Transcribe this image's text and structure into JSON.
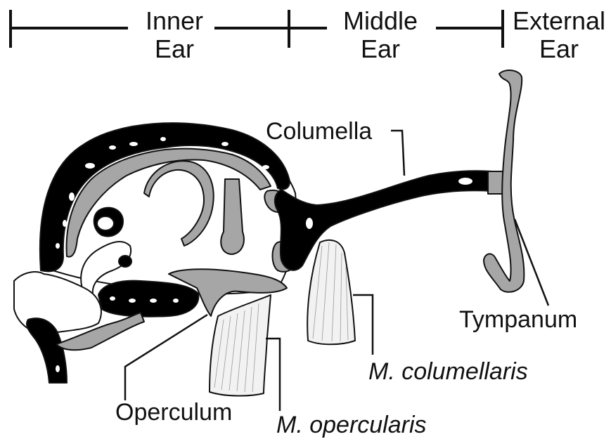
{
  "sections": {
    "inner_ear": [
      "Inner",
      "Ear"
    ],
    "middle_ear": [
      "Middle",
      "Ear"
    ],
    "external_ear": [
      "External",
      "Ear"
    ]
  },
  "labels": {
    "columella": "Columella",
    "tympanum": "Tympanum",
    "m_columellaris": "M. columellaris",
    "operculum": "Operculum",
    "m_opercularis": "M. opercularis"
  },
  "colors": {
    "bone": "#000000",
    "cartilage": "#a6a6a6",
    "muscle": "#f2f2f2",
    "background": "#ffffff"
  }
}
